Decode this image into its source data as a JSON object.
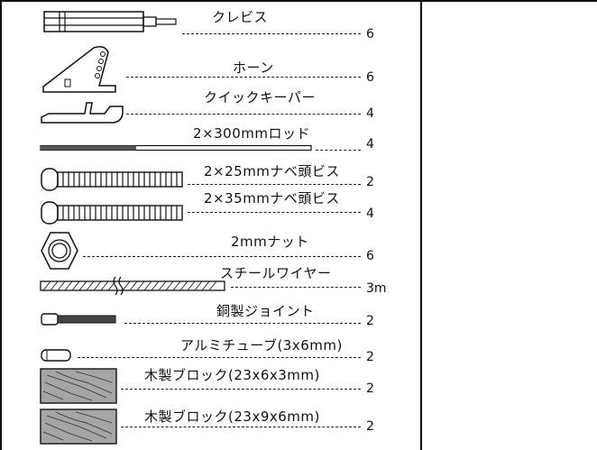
{
  "parts": [
    {
      "name": "クレビス",
      "qty": "6",
      "icon": "clevis-icon"
    },
    {
      "name": "ホーン",
      "qty": "6",
      "icon": "horn-icon"
    },
    {
      "name": "クイックキーパー",
      "qty": "4",
      "icon": "quick-keeper-icon"
    },
    {
      "name": "2×300mmロッド",
      "qty": "4",
      "icon": "rod-icon"
    },
    {
      "name": "2×25mmナベ頭ビス",
      "qty": "2",
      "icon": "short-screw-icon"
    },
    {
      "name": "2×35mmナベ頭ビス",
      "qty": "4",
      "icon": "long-screw-icon"
    },
    {
      "name": "2mmナット",
      "qty": "6",
      "icon": "nut-icon"
    },
    {
      "name": "スチールワイヤー",
      "qty": "3m",
      "icon": "steel-wire-icon"
    },
    {
      "name": "銅製ジョイント",
      "qty": "2",
      "icon": "copper-joint-icon"
    },
    {
      "name": "アルミチューブ(3x6mm)",
      "qty": "2",
      "icon": "aluminum-tube-icon"
    },
    {
      "name": "木製ブロック(23x6x3mm)",
      "qty": "2",
      "icon": "wood-block-icon"
    },
    {
      "name": "木製ブロック(23x9x6mm)",
      "qty": "2",
      "icon": "wood-block-large-icon"
    }
  ]
}
